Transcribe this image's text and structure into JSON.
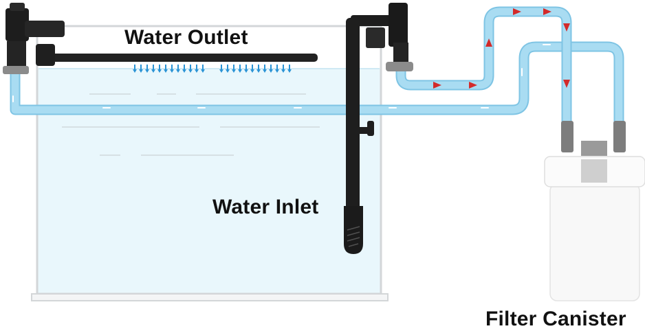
{
  "labels": {
    "water_outlet": "Water Outlet",
    "water_inlet": "Water Inlet",
    "filter_canister": "Filter Canister"
  },
  "colors": {
    "water": "#e9f7fc",
    "tube": "#a9dcf2",
    "tube_edge": "#7ec4e4",
    "flow_arrow_red": "#d32a2a",
    "spray_arrow_blue": "#2a93d5",
    "fitting_black": "#1d1d1d",
    "connector_gray": "#8b8b8b",
    "tank_frame": "#d3d6d8",
    "canister_white": "#fafafa"
  },
  "icons": {
    "flow_arrows": "red-arrow-icon",
    "spray": "blue-down-arrow-icon"
  }
}
